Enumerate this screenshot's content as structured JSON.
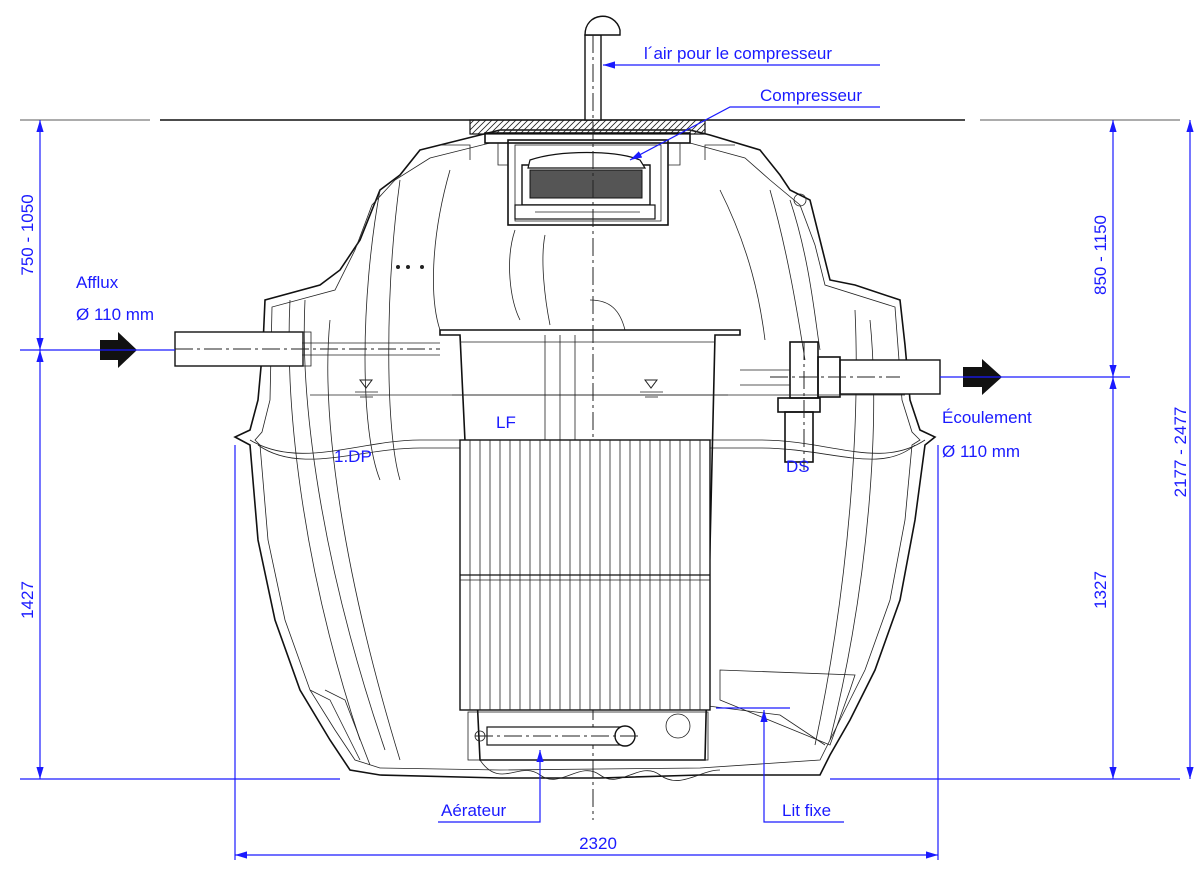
{
  "labels": {
    "air_intake": "l´air pour le compresseur",
    "compressor": "Compresseur",
    "inflow": "Afflux",
    "inflow_diameter": "Ø 110 mm",
    "outflow": "Écoulement",
    "outflow_diameter": "Ø 110 mm",
    "primary_settling": "1.DP",
    "fixed_bed_reactor": "LF",
    "secondary_settling": "DS",
    "aerator": "Aérateur",
    "fixed_bed": "Lit fixe"
  },
  "dimensions": {
    "left_top": "750 - 1050",
    "left_bottom": "1427",
    "right_top": "850 - 1150",
    "right_bottom": "1327",
    "right_total": "2177 - 2477",
    "width": "2320"
  },
  "colors": {
    "dimension_blue": "#1a1aff",
    "line_black": "#111111"
  }
}
